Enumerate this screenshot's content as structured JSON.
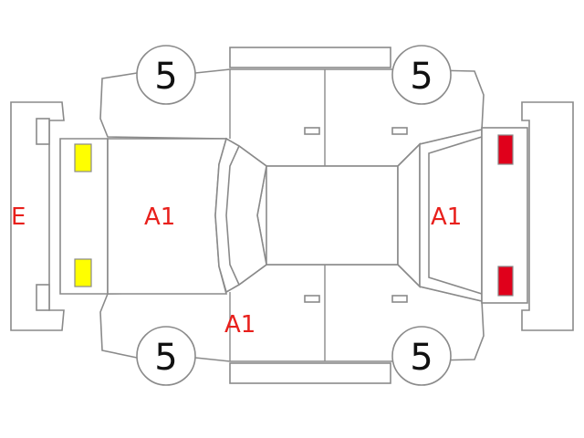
{
  "tire_labels": {
    "front_left": "5",
    "rear_left": "5",
    "front_right": "5",
    "rear_right": "5"
  },
  "damage_labels": {
    "front_bumper": "E",
    "hood": "A1",
    "front_left_fender": "A1",
    "trunk": "A1"
  },
  "colors": {
    "outline": "#8a8a8a",
    "label": "#e8201c",
    "headlight": "#ffff00",
    "taillight": "#e0001b"
  }
}
